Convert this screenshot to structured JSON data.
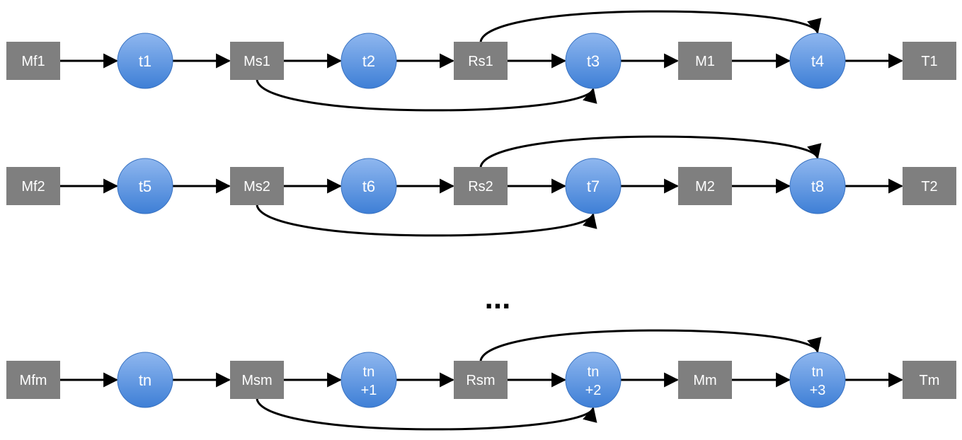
{
  "colors": {
    "box_fill": "#7f7f7f",
    "circle_fill_top": "#8fb7ef",
    "circle_fill_bottom": "#3e7fd6",
    "circle_stroke": "#3a73c2",
    "edge": "#000000"
  },
  "ellipsis": "...",
  "rows": [
    {
      "nodes": [
        {
          "id": "Mf1",
          "shape": "box",
          "label": [
            "Mf1"
          ]
        },
        {
          "id": "t1",
          "shape": "circle",
          "label": [
            "t1"
          ]
        },
        {
          "id": "Ms1",
          "shape": "box",
          "label": [
            "Ms1"
          ]
        },
        {
          "id": "t2",
          "shape": "circle",
          "label": [
            "t2"
          ]
        },
        {
          "id": "Rs1",
          "shape": "box",
          "label": [
            "Rs1"
          ]
        },
        {
          "id": "t3",
          "shape": "circle",
          "label": [
            "t3"
          ]
        },
        {
          "id": "M1",
          "shape": "box",
          "label": [
            "M1"
          ]
        },
        {
          "id": "t4",
          "shape": "circle",
          "label": [
            "t4"
          ]
        },
        {
          "id": "T1",
          "shape": "box",
          "label": [
            "T1"
          ]
        }
      ],
      "extra_edges": [
        {
          "from": "Ms1",
          "to": "t3",
          "side": "below"
        },
        {
          "from": "Rs1",
          "to": "t4",
          "side": "above"
        }
      ]
    },
    {
      "nodes": [
        {
          "id": "Mf2",
          "shape": "box",
          "label": [
            "Mf2"
          ]
        },
        {
          "id": "t5",
          "shape": "circle",
          "label": [
            "t5"
          ]
        },
        {
          "id": "Ms2",
          "shape": "box",
          "label": [
            "Ms2"
          ]
        },
        {
          "id": "t6",
          "shape": "circle",
          "label": [
            "t6"
          ]
        },
        {
          "id": "Rs2",
          "shape": "box",
          "label": [
            "Rs2"
          ]
        },
        {
          "id": "t7",
          "shape": "circle",
          "label": [
            "t7"
          ]
        },
        {
          "id": "M2",
          "shape": "box",
          "label": [
            "M2"
          ]
        },
        {
          "id": "t8",
          "shape": "circle",
          "label": [
            "t8"
          ]
        },
        {
          "id": "T2",
          "shape": "box",
          "label": [
            "T2"
          ]
        }
      ],
      "extra_edges": [
        {
          "from": "Ms2",
          "to": "t7",
          "side": "below"
        },
        {
          "from": "Rs2",
          "to": "t8",
          "side": "above"
        }
      ]
    },
    {
      "nodes": [
        {
          "id": "Mfm",
          "shape": "box",
          "label": [
            "Mfm"
          ]
        },
        {
          "id": "tn",
          "shape": "circle",
          "label": [
            "tn"
          ]
        },
        {
          "id": "Msm",
          "shape": "box",
          "label": [
            "Msm"
          ]
        },
        {
          "id": "tn+1",
          "shape": "circle",
          "label": [
            "tn",
            "+1"
          ]
        },
        {
          "id": "Rsm",
          "shape": "box",
          "label": [
            "Rsm"
          ]
        },
        {
          "id": "tn+2",
          "shape": "circle",
          "label": [
            "tn",
            "+2"
          ]
        },
        {
          "id": "Mm",
          "shape": "box",
          "label": [
            "Mm"
          ]
        },
        {
          "id": "tn+3",
          "shape": "circle",
          "label": [
            "tn",
            "+3"
          ]
        },
        {
          "id": "Tm",
          "shape": "box",
          "label": [
            "Tm"
          ]
        }
      ],
      "extra_edges": [
        {
          "from": "Msm",
          "to": "tn+2",
          "side": "below"
        },
        {
          "from": "Rsm",
          "to": "tn+3",
          "side": "above"
        }
      ]
    }
  ]
}
